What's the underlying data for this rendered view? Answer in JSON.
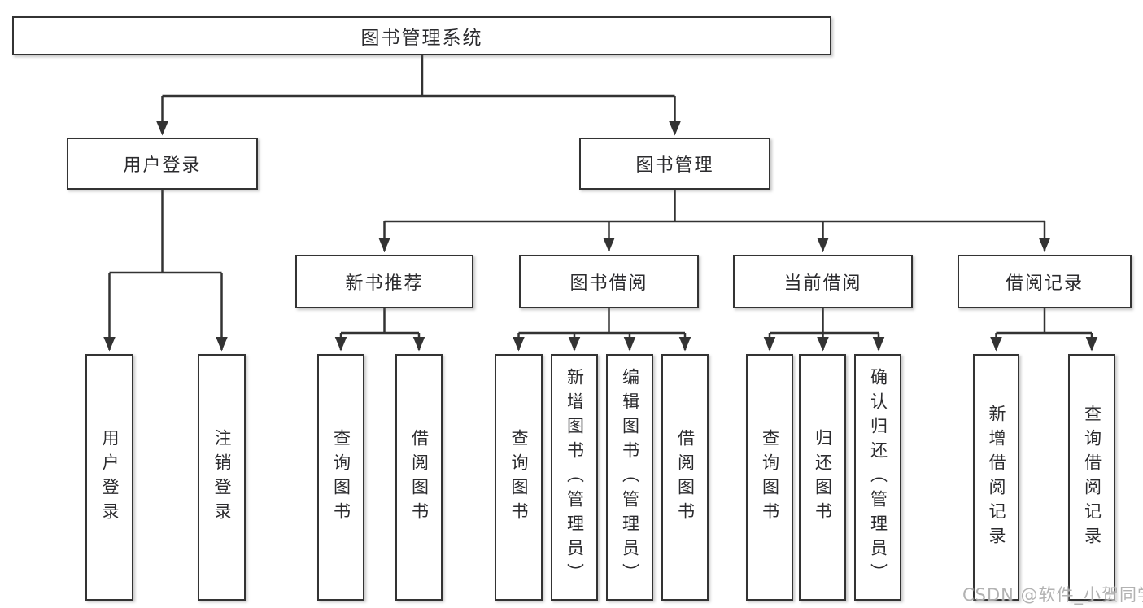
{
  "tree": {
    "root": "图书管理系统",
    "user_login": {
      "label": "用户登录",
      "children": {
        "login": "用户登录",
        "logout": "注销登录"
      }
    },
    "book_mgmt": {
      "label": "图书管理",
      "children": {
        "new_book_rec": {
          "label": "新书推荐",
          "children": {
            "query_books": "查询图书",
            "borrow_books": "借阅图书"
          }
        },
        "book_borrow": {
          "label": "图书借阅",
          "children": {
            "query_books": "查询图书",
            "add_books": "新增图书（管理员）",
            "edit_books": "编辑图书（管理员）",
            "borrow_books": "借阅图书"
          }
        },
        "current_borrow": {
          "label": "当前借阅",
          "children": {
            "query_books": "查询图书",
            "return_books": "归还图书",
            "confirm_return": "确认归还（管理员）"
          }
        },
        "borrow_records": {
          "label": "借阅记录",
          "children": {
            "add_record": "新增借阅记录",
            "query_record": "查询借阅记录"
          }
        }
      }
    }
  },
  "watermark": {
    "text": "CSDN @软件_小贺同学"
  },
  "colors": {
    "line": "#333333",
    "border": "#333333",
    "text": "#2b2b2e",
    "watermark": "#aaaaaa",
    "background": "#ffffff"
  }
}
